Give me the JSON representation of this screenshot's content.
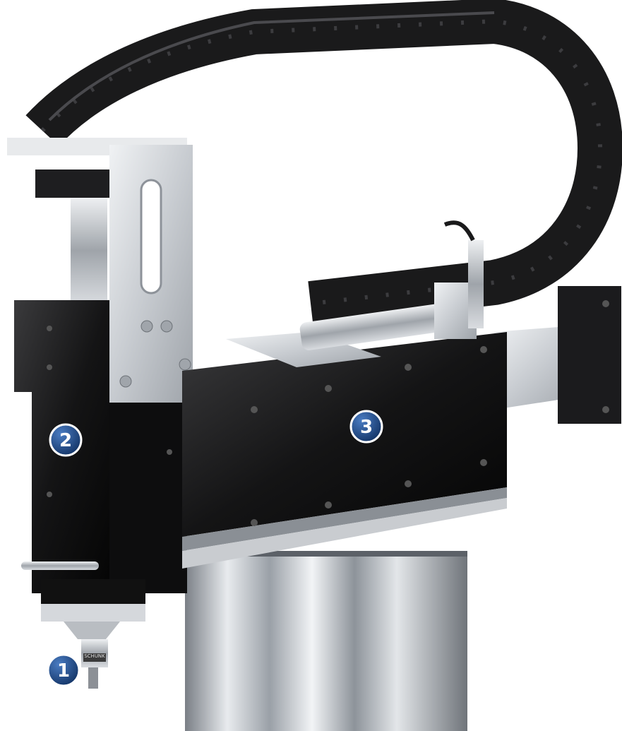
{
  "markers": [
    {
      "id": "marker-1",
      "label": "1",
      "color": "#1f4e8c"
    },
    {
      "id": "marker-2",
      "label": "2",
      "color": "#1f4e8c"
    },
    {
      "id": "marker-3",
      "label": "3",
      "color": "#1f4e8c"
    }
  ],
  "image_brand_label": "SCHUNK"
}
